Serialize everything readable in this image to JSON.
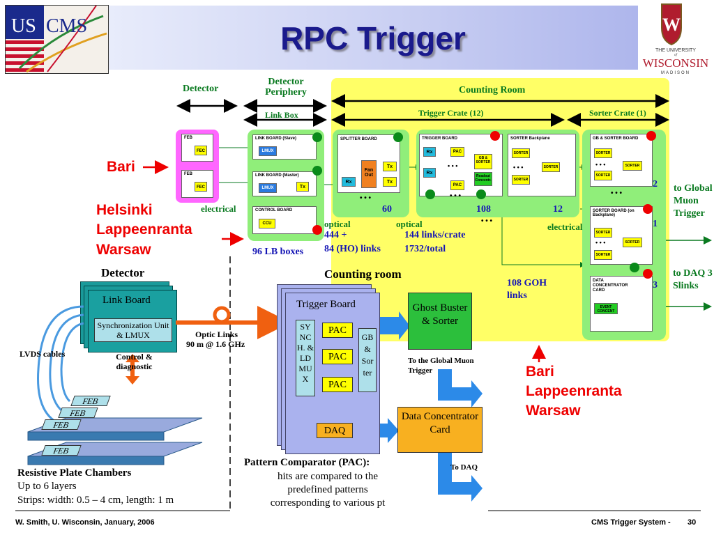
{
  "title": "RPC Trigger",
  "logos": {
    "left": "US CMS",
    "right_line1": "THE UNIVERSITY",
    "right_line2": "of",
    "right_line3": "WISCONSIN",
    "right_line4": "MADISON"
  },
  "top": {
    "detector": "Detector",
    "periphery": "Detector Periphery",
    "link_box": "Link Box",
    "counting_room": "Counting Room",
    "trigger_crate": "Trigger Crate (12)",
    "sorter_crate": "Sorter Crate (1)",
    "feb": "FEB",
    "fec": "FEC",
    "lb_slave": "LINK BOARD (Slave)",
    "lb_master": "LINK BOARD (Master)",
    "lmux": "LMUX",
    "tx": "Tx",
    "rx": "Rx",
    "control_board": "CONTROL BOARD",
    "ccu": "CCU",
    "splitter": "SPLITTER BOARD",
    "fanout": "Fan Out",
    "trigger_board": "TRIGGER BOARD",
    "pac": "PAC",
    "gb_sorter": "GB & SORTER",
    "readout": "Readout Concentr.",
    "sorter_backplane": "SORTER Backplane",
    "sorter": "SORTER",
    "gb_sorter_board": "GB & SORTER BOARD",
    "sorter_board": "SORTER BOARD (on Backplane)",
    "dcc": "DATA CONCENTRATOR CARD",
    "event_concent": "EVENT CONCENT",
    "dots": "• • •",
    "n60": "60",
    "n108": "108",
    "n12": "12",
    "n2": "2",
    "n1": "1",
    "n3": "3",
    "electrical": "electrical",
    "electrical2": "electrical",
    "optical1": "optical",
    "optical2": "optical",
    "links1a": "444 +",
    "links1b": "84 (HO) links",
    "links2a": "144 links/crate",
    "links2b": "1732/total",
    "lb_boxes": "96 LB boxes",
    "goh": "108 GOH links",
    "to_gmt": "to Global Muon Trigger",
    "to_daq": "to DAQ 3 Slinks"
  },
  "sites": {
    "bari1": "Bari",
    "group1": [
      "Helsinki",
      "Lappeenranta",
      "Warsaw"
    ],
    "group2": [
      "Bari",
      "Lappeenranta",
      "Warsaw"
    ]
  },
  "bottom": {
    "detector": "Detector",
    "link_board": "Link Board",
    "sync": "Synchronization Unit & LMUX",
    "lvds": "LVDS cables",
    "control": "Control & diagnostic",
    "feb": "FEB",
    "optic_links": "Optic Links",
    "optic_spec": "90 m @ 1.6 GHz",
    "counting_room": "Counting room",
    "trigger_board": "Trigger Board",
    "sync_col": "SY NC H. & LD MU X",
    "pac": "PAC",
    "gb_sorter_col": "GB & Sor ter",
    "daq": "DAQ",
    "ghost_buster": "Ghost Buster & Sorter",
    "to_gmt": "To the Global Muon Trigger",
    "dcc": "Data Concentrator Card",
    "to_daq": "To DAQ",
    "rpc_title": "Resistive Plate Chambers",
    "rpc_l1": "Up to 6 layers",
    "rpc_l2": "Strips: width: 0.5 – 4 cm, length: 1 m",
    "pac_title": "Pattern Comparator (PAC):",
    "pac_l1": "hits are compared to the",
    "pac_l2": "predefined patterns",
    "pac_l3": "corresponding to various pt"
  },
  "footer": {
    "left": "W. Smith, U. Wisconsin, January, 2006",
    "right": "CMS Trigger System -",
    "page": "30"
  },
  "colors": {
    "title": "#1a1a8c",
    "green_panel": "#90ee7a",
    "yellow_bg": "#ffff66",
    "red": "#e00000",
    "blue": "#1515b5",
    "pink": "#ff66ff"
  }
}
